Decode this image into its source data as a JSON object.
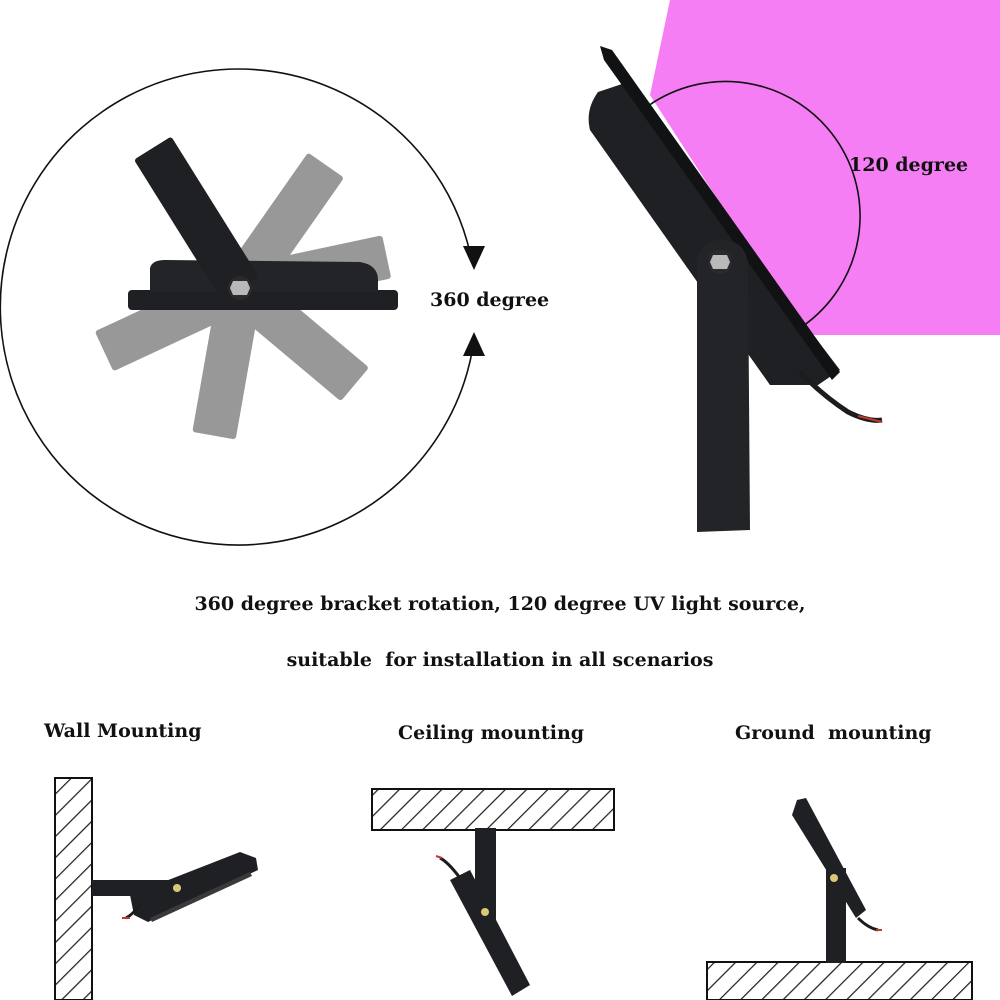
{
  "rotation": {
    "bracket_label": "360 degree",
    "beam_label": "120 degree",
    "accent_color": "#f57ef5"
  },
  "caption": {
    "line1": "360 degree bracket rotation, 120 degree UV light source,",
    "line2": "suitable  for installation in all scenarios"
  },
  "mounting": {
    "wall": "Wall Mounting",
    "ceiling": "Ceiling mounting",
    "ground": "Ground  mounting"
  },
  "colors": {
    "fixture": "#1f2023",
    "ghost": "#8f8f8f",
    "line": "#111111",
    "hatch": "#222222"
  }
}
